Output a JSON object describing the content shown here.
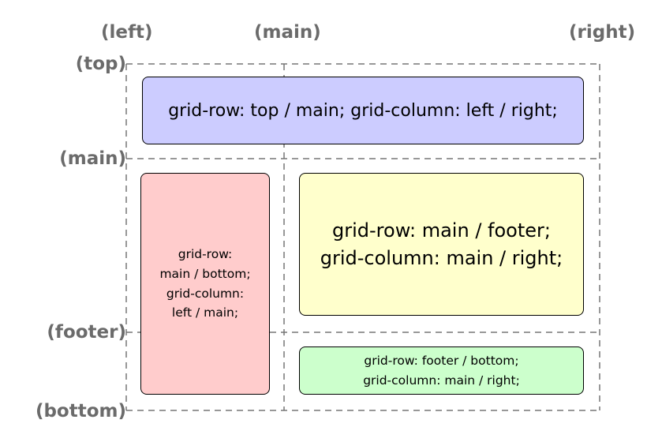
{
  "column_labels": {
    "left": "(left)",
    "main": "(main)",
    "right": "(right)"
  },
  "row_labels": {
    "top": "(top)",
    "main": "(main)",
    "footer": "(footer)",
    "bottom": "(bottom)"
  },
  "boxes": {
    "top": {
      "color": "#ccccff",
      "lines": [
        "grid-row: top / main; grid-column: left / right;"
      ]
    },
    "left": {
      "color": "#ffcccc",
      "lines": [
        "grid-row:",
        "main / bottom;",
        "grid-column:",
        "left / main;"
      ]
    },
    "main": {
      "color": "#ffffcc",
      "lines": [
        "grid-row: main / footer;",
        "grid-column: main / right;"
      ]
    },
    "footer": {
      "color": "#ccffcc",
      "lines": [
        "grid-row: footer / bottom;",
        "grid-column: main / right;"
      ]
    }
  },
  "guide_color": "#777777"
}
